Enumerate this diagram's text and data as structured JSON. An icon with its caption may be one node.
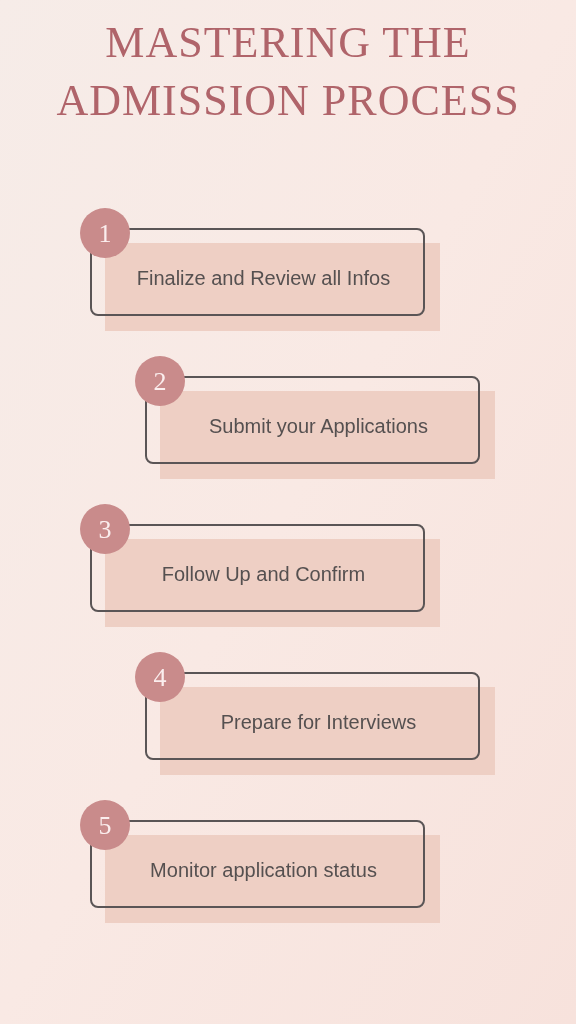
{
  "diagram": {
    "title": "MASTERING THE ADMISSION PROCESS",
    "nodes": [
      {
        "text": [
          "1"
        ]
      },
      {
        "text": [
          "Finalize and Review all Infos"
        ]
      },
      {
        "text": [
          "2"
        ]
      },
      {
        "text": [
          "Submit your Applications"
        ]
      },
      {
        "text": [
          "3"
        ]
      },
      {
        "text": [
          "Follow Up and Confirm"
        ]
      },
      {
        "text": [
          "4"
        ]
      },
      {
        "text": [
          "Prepare for Interviews"
        ]
      },
      {
        "text": [
          "5"
        ]
      },
      {
        "text": [
          "Monitor application status"
        ]
      }
    ]
  }
}
